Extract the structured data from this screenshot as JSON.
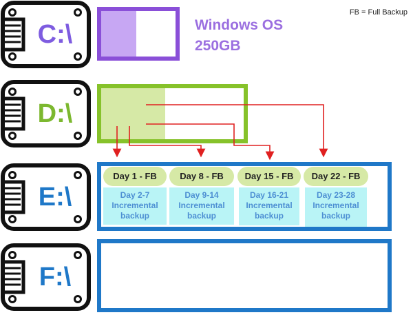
{
  "legend": "FB = Full Backup",
  "drives": [
    {
      "label": "C:\\",
      "color": "#7e5ce0"
    },
    {
      "label": "D:\\",
      "color": "#7cb82f"
    },
    {
      "label": "E:\\",
      "color": "#1f78c8"
    },
    {
      "label": "F:\\",
      "color": "#1f78c8"
    }
  ],
  "c_drive": {
    "title_line1": "Windows OS",
    "title_line2": "250GB",
    "used_fraction": 0.47
  },
  "d_drive": {
    "used_fraction": 0.45
  },
  "backups": [
    {
      "full": "Day 1 - FB",
      "incremental_line1": "Day 2-7",
      "incremental_line2": "Incremental",
      "incremental_line3": "backup"
    },
    {
      "full": "Day 8 - FB",
      "incremental_line1": "Day 9-14",
      "incremental_line2": "Incremental",
      "incremental_line3": "backup"
    },
    {
      "full": "Day 15 - FB",
      "incremental_line1": "Day 16-21",
      "incremental_line2": "Incremental",
      "incremental_line3": "backup"
    },
    {
      "full": "Day 22 - FB",
      "incremental_line1": "Day 23-28",
      "incremental_line2": "Incremental",
      "incremental_line3": "backup"
    }
  ],
  "colors": {
    "purple": "#8a4fd8",
    "green": "#86c22a",
    "blue": "#1f78c8",
    "arrow": "#e02020"
  }
}
